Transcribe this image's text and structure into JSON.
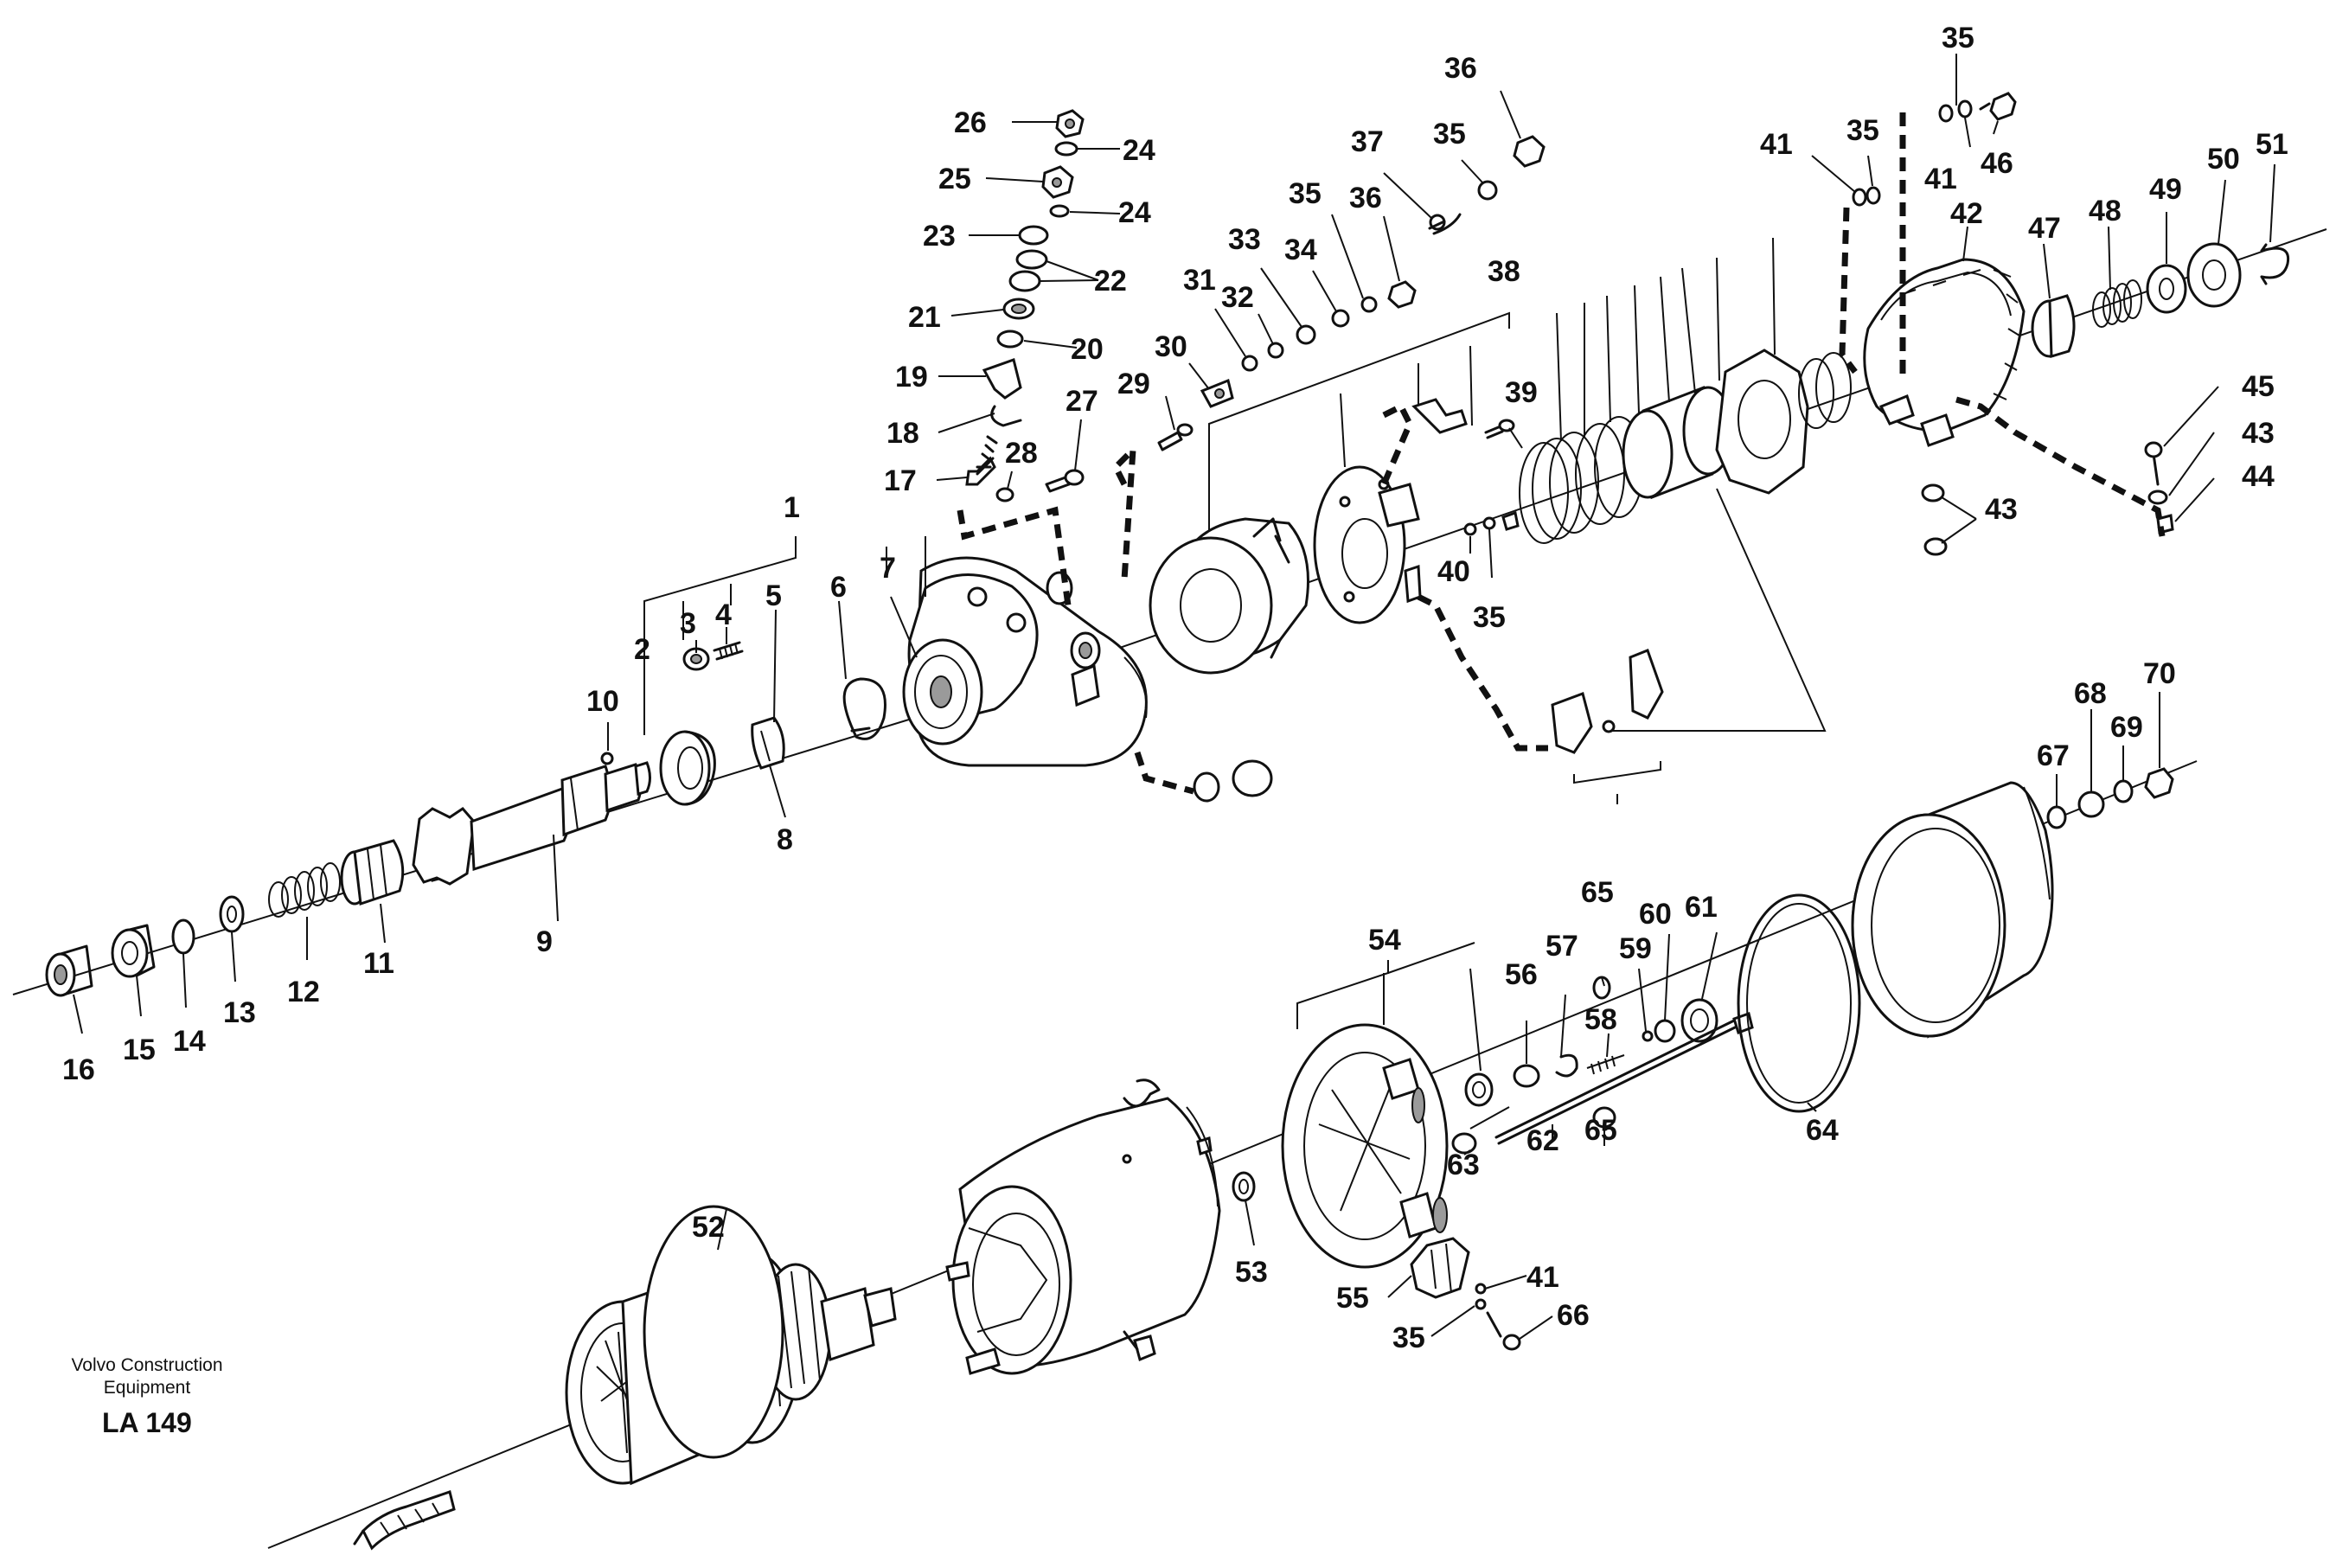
{
  "caption": {
    "publisher_line1": "Volvo Construction",
    "publisher_line2": "Equipment",
    "figure_code": "LA 149"
  },
  "callouts": {
    "n1": "1",
    "n2": "2",
    "n3": "3",
    "n4": "4",
    "n5": "5",
    "n6": "6",
    "n7": "7",
    "n8": "8",
    "n9": "9",
    "n10": "10",
    "n11": "11",
    "n12": "12",
    "n13": "13",
    "n14": "14",
    "n15": "15",
    "n16": "16",
    "n17": "17",
    "n18": "18",
    "n19": "19",
    "n20": "20",
    "n21": "21",
    "n22": "22",
    "n23": "23",
    "n24": "24",
    "n25": "25",
    "n26": "26",
    "n27": "27",
    "n28": "28",
    "n29": "29",
    "n30": "30",
    "n31": "31",
    "n32": "32",
    "n33": "33",
    "n34": "34",
    "n35": "35",
    "n36": "36",
    "n37": "37",
    "n38": "38",
    "n39": "39",
    "n40": "40",
    "n41": "41",
    "n42": "42",
    "n43": "43",
    "n44": "44",
    "n45": "45",
    "n46": "46",
    "n47": "47",
    "n48": "48",
    "n49": "49",
    "n50": "50",
    "n51": "51",
    "n52": "52",
    "n53": "53",
    "n54": "54",
    "n55": "55",
    "n56": "56",
    "n57": "57",
    "n58": "58",
    "n59": "59",
    "n60": "60",
    "n61": "61",
    "n62": "62",
    "n63": "63",
    "n64": "64",
    "n65": "65",
    "n66": "66",
    "n67": "67",
    "n68": "68",
    "n69": "69",
    "n70": "70"
  }
}
